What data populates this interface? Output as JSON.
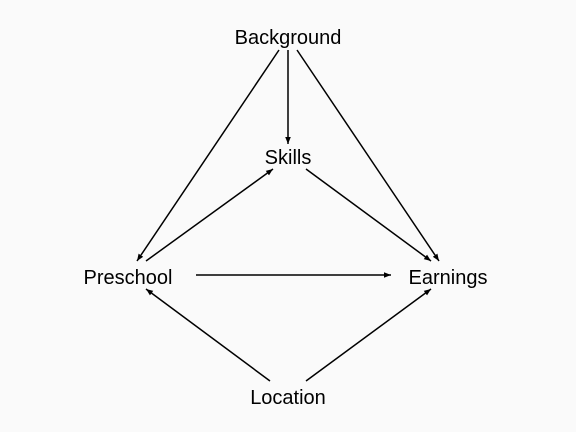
{
  "nodes": {
    "background": "Background",
    "skills": "Skills",
    "preschool": "Preschool",
    "earnings": "Earnings",
    "location": "Location"
  }
}
